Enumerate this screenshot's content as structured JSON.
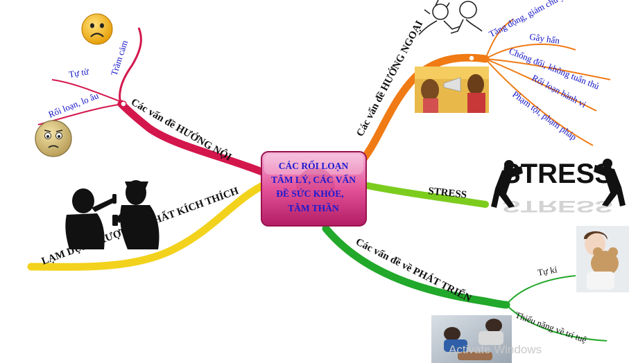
{
  "center": {
    "lines": [
      "CÁC RỐI LOẠN",
      "TÂM LÝ, CÁC VẤN",
      "ĐỀ SỨC KHỎE,",
      "TÂM THẦN"
    ]
  },
  "branches": {
    "inward": {
      "label": "Các vấn đề HƯỚNG NỘI",
      "color": "#d3174c",
      "children": [
        "Trầm cảm",
        "Tự tử",
        "Rối loạn, lo âu"
      ]
    },
    "outward": {
      "label": "Các vấn đề HƯỚNG NGOẠI",
      "color": "#f07a14",
      "children": [
        "Tăng động, giảm chú ý",
        "Gây hấn",
        "Chống đối, không tuân thủ",
        "Rối loạn hành vi",
        "Phạm tội, phạm pháp"
      ]
    },
    "stress": {
      "label": "STRESS",
      "color": "#7ccc1e"
    },
    "development": {
      "label": "Các vấn đề về PHÁT TRIỂN",
      "color": "#22a82a",
      "children": [
        "Tự kỉ",
        "Thiểu năng về trí tuệ"
      ]
    },
    "substance": {
      "label": "LẠM DỤNG RƯỢU VÀ CHẤT KÍCH THÍCH",
      "color": "#f2d21c"
    }
  },
  "stress_image": {
    "word": "STRESS"
  },
  "watermark": {
    "text": "Activate Windows"
  },
  "icons": [
    "sad-face-icon",
    "worried-face-icon",
    "drinking-silhouette-icon",
    "stress-figures-icon",
    "argument-sketch-icon"
  ]
}
